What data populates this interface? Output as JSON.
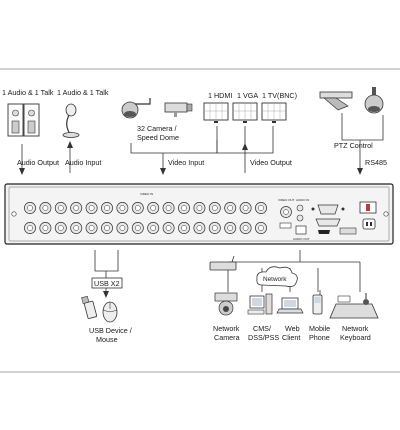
{
  "labels": {
    "audio_out_top": "1 Audio  & 1 Talk",
    "audio_in_top": "1 Audio & 1 Talk",
    "audio_output": "Audio  Output",
    "audio_input": "Audio  Input",
    "camera_line1": "32 Camera /",
    "camera_line2": "Speed Dome",
    "video_input": "Video Input",
    "hdmi": "1  HDMI",
    "vga": "1 VGA",
    "tv": "1 TV(BNC)",
    "video_output": "Video Output",
    "ptz_control": "PTZ Control",
    "rs485": "RS485",
    "usb_x2": "USB X2",
    "usb_device_line1": "USB Device /",
    "usb_device_line2": "Mouse",
    "network": "Network",
    "network_camera_line1": "Network",
    "network_camera_line2": "Camera",
    "cms_line1": "CMS/",
    "cms_line2": "DSS/PSS",
    "web_line1": "Web",
    "web_line2": "Client",
    "mobile_line1": "Mobile",
    "mobile_line2": "Phone",
    "keyboard_line1": "Network",
    "keyboard_line2": "Keyboard"
  },
  "panel": {
    "video_in": "VIDEO IN",
    "video_out": "VIDEO OUT",
    "audio_in": "AUDIO IN",
    "audio_out": "AUDIO OUT"
  },
  "colors": {
    "stroke": "#333333",
    "panel_fill": "#f4f4f4",
    "connector": "#e8e8e8"
  }
}
